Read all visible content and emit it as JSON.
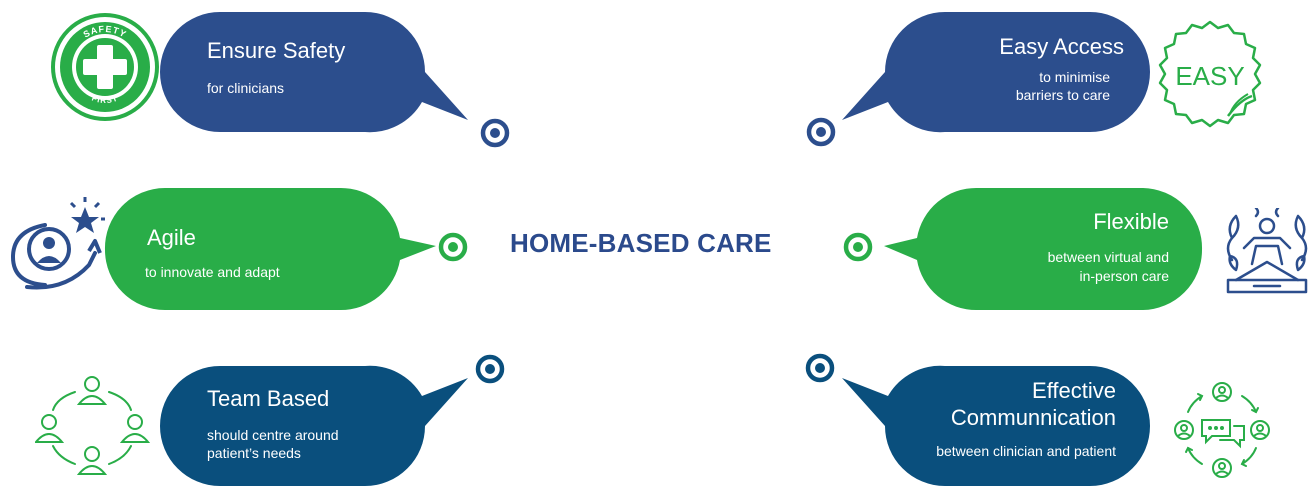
{
  "center": {
    "title": "HOME-BASED CARE"
  },
  "colors": {
    "navy": "#2c4e8d",
    "teal_navy": "#0a4f7d",
    "green": "#29ad48",
    "title": "#2b4a8c"
  },
  "safety_badge": {
    "top_text": "SAFETY",
    "bottom_text": "FIRST"
  },
  "easy_badge": {
    "text": "EASY"
  },
  "cards": {
    "ensure_safety": {
      "title": "Ensure Safety",
      "subtitle": "for clinicians"
    },
    "easy_access": {
      "title": "Easy Access",
      "subtitle_1": "to minimise",
      "subtitle_2": "barriers to care"
    },
    "agile": {
      "title": "Agile",
      "subtitle": "to innovate and adapt"
    },
    "flexible": {
      "title": "Flexible",
      "subtitle_1": "between virtual and",
      "subtitle_2": "in-person care"
    },
    "team_based": {
      "title": "Team Based",
      "subtitle_1": "should centre around",
      "subtitle_2": "patient’s needs"
    },
    "effective_communication": {
      "title_1": "Effective",
      "title_2": "Communnication",
      "subtitle": "between clinician and patient"
    }
  },
  "icons": [
    "safety-first-badge-icon",
    "easy-badge-icon",
    "agile-person-star-icon",
    "meditation-icon",
    "team-network-icon",
    "communication-chat-icon",
    "target-icon"
  ]
}
